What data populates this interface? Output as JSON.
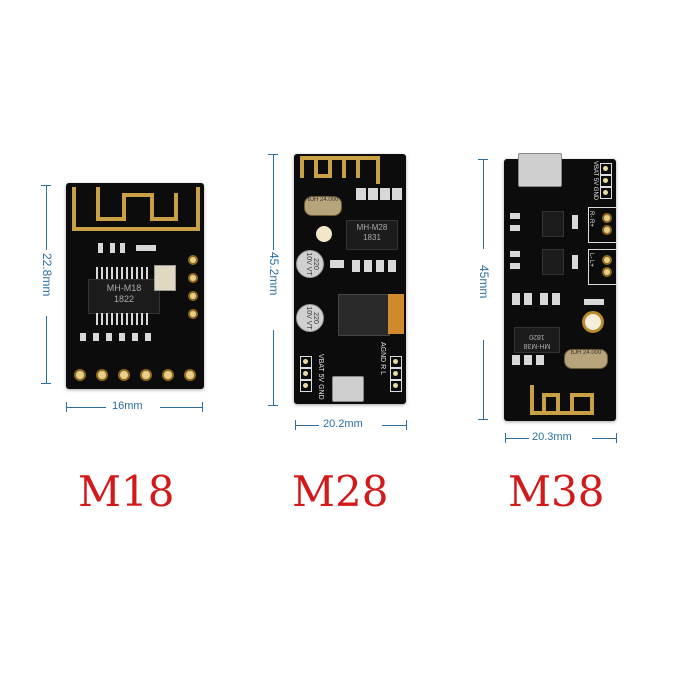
{
  "modules": [
    {
      "name": "M18",
      "chip_label": "MH-M18",
      "chip_date": "1822",
      "height_dim": "22.8mm",
      "width_dim": "16mm",
      "label_color": "#d21a1a"
    },
    {
      "name": "M28",
      "chip_label": "MH-M28",
      "chip_date": "1831",
      "crystal_label": "8JH 24.000",
      "cap_label": "220 10V VT",
      "height_dim": "45.2mm",
      "width_dim": "20.2mm",
      "silk_left": "VBAT 5V GND",
      "silk_right": "AGND R L",
      "label_color": "#d21a1a"
    },
    {
      "name": "M38",
      "chip_label": "MH-M38",
      "chip_date": "1820",
      "crystal_label": "8JH 24.000",
      "height_dim": "45mm",
      "width_dim": "20.3mm",
      "silk_top": "VBAT 5V GND",
      "silk_r": "R- R+",
      "silk_l": "L- L+",
      "label_color": "#d21a1a"
    }
  ],
  "colors": {
    "dimension": "#2a6fa0",
    "board": "#0c0c0c",
    "gold": "#c9a046"
  }
}
